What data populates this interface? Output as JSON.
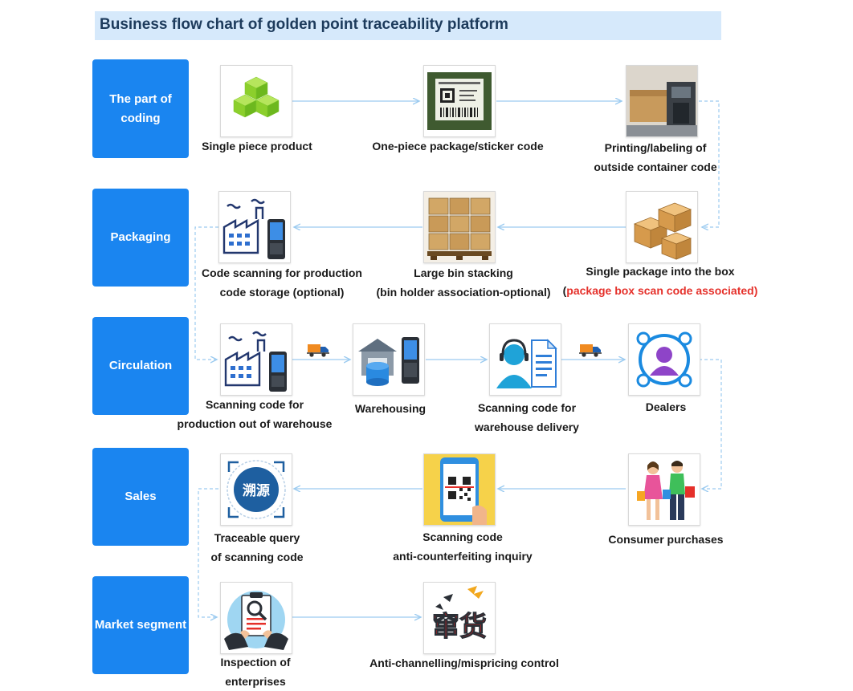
{
  "title": "Business flow chart of golden point traceability platform",
  "stages": [
    {
      "line1": "The part of",
      "line2": "coding"
    },
    {
      "line1": "Packaging",
      "line2": ""
    },
    {
      "line1": "Circulation",
      "line2": ""
    },
    {
      "line1": "Sales",
      "line2": ""
    },
    {
      "line1": "Market segment",
      "line2": ""
    }
  ],
  "nodes": {
    "single_piece": {
      "line1": "Single piece product"
    },
    "sticker_code": {
      "line1": "One-piece package/sticker code"
    },
    "outer_container": {
      "line1": "Printing/labeling of",
      "line2": "outside container code"
    },
    "code_storage": {
      "line1": "Code scanning for production",
      "line2": "code storage (optional)"
    },
    "bin_stacking": {
      "line1": "Large bin stacking",
      "line2": "(bin holder association-optional)"
    },
    "into_box": {
      "line1": "Single package into the box",
      "line2_paren_open": "(",
      "line2_red": "package box scan code associated)"
    },
    "out_of_warehouse": {
      "line1": "Scanning code for",
      "line2": "production out of warehouse"
    },
    "warehousing": {
      "line1": "Warehousing"
    },
    "warehouse_delivery": {
      "line1": "Scanning code for",
      "line2": "warehouse delivery"
    },
    "dealers": {
      "line1": "Dealers"
    },
    "traceable_query": {
      "line1": "Traceable query",
      "line2": "of scanning code"
    },
    "anti_counterfeit": {
      "line1": "Scanning code",
      "line2": "anti-counterfeiting inquiry"
    },
    "consumer": {
      "line1": "Consumer purchases"
    },
    "inspection": {
      "line1": "Inspection of",
      "line2": "enterprises"
    },
    "anti_channel": {
      "line1": "Anti-channelling/mispricing control"
    }
  },
  "icon_text": {
    "trace_badge": "溯源",
    "anti_channel_chars": "窜货"
  },
  "colors": {
    "stage_bg": "#1a85f0",
    "title_bg": "#d6e9fb",
    "arrow": "#9ccbf0",
    "highlight_red": "#e5302a"
  }
}
